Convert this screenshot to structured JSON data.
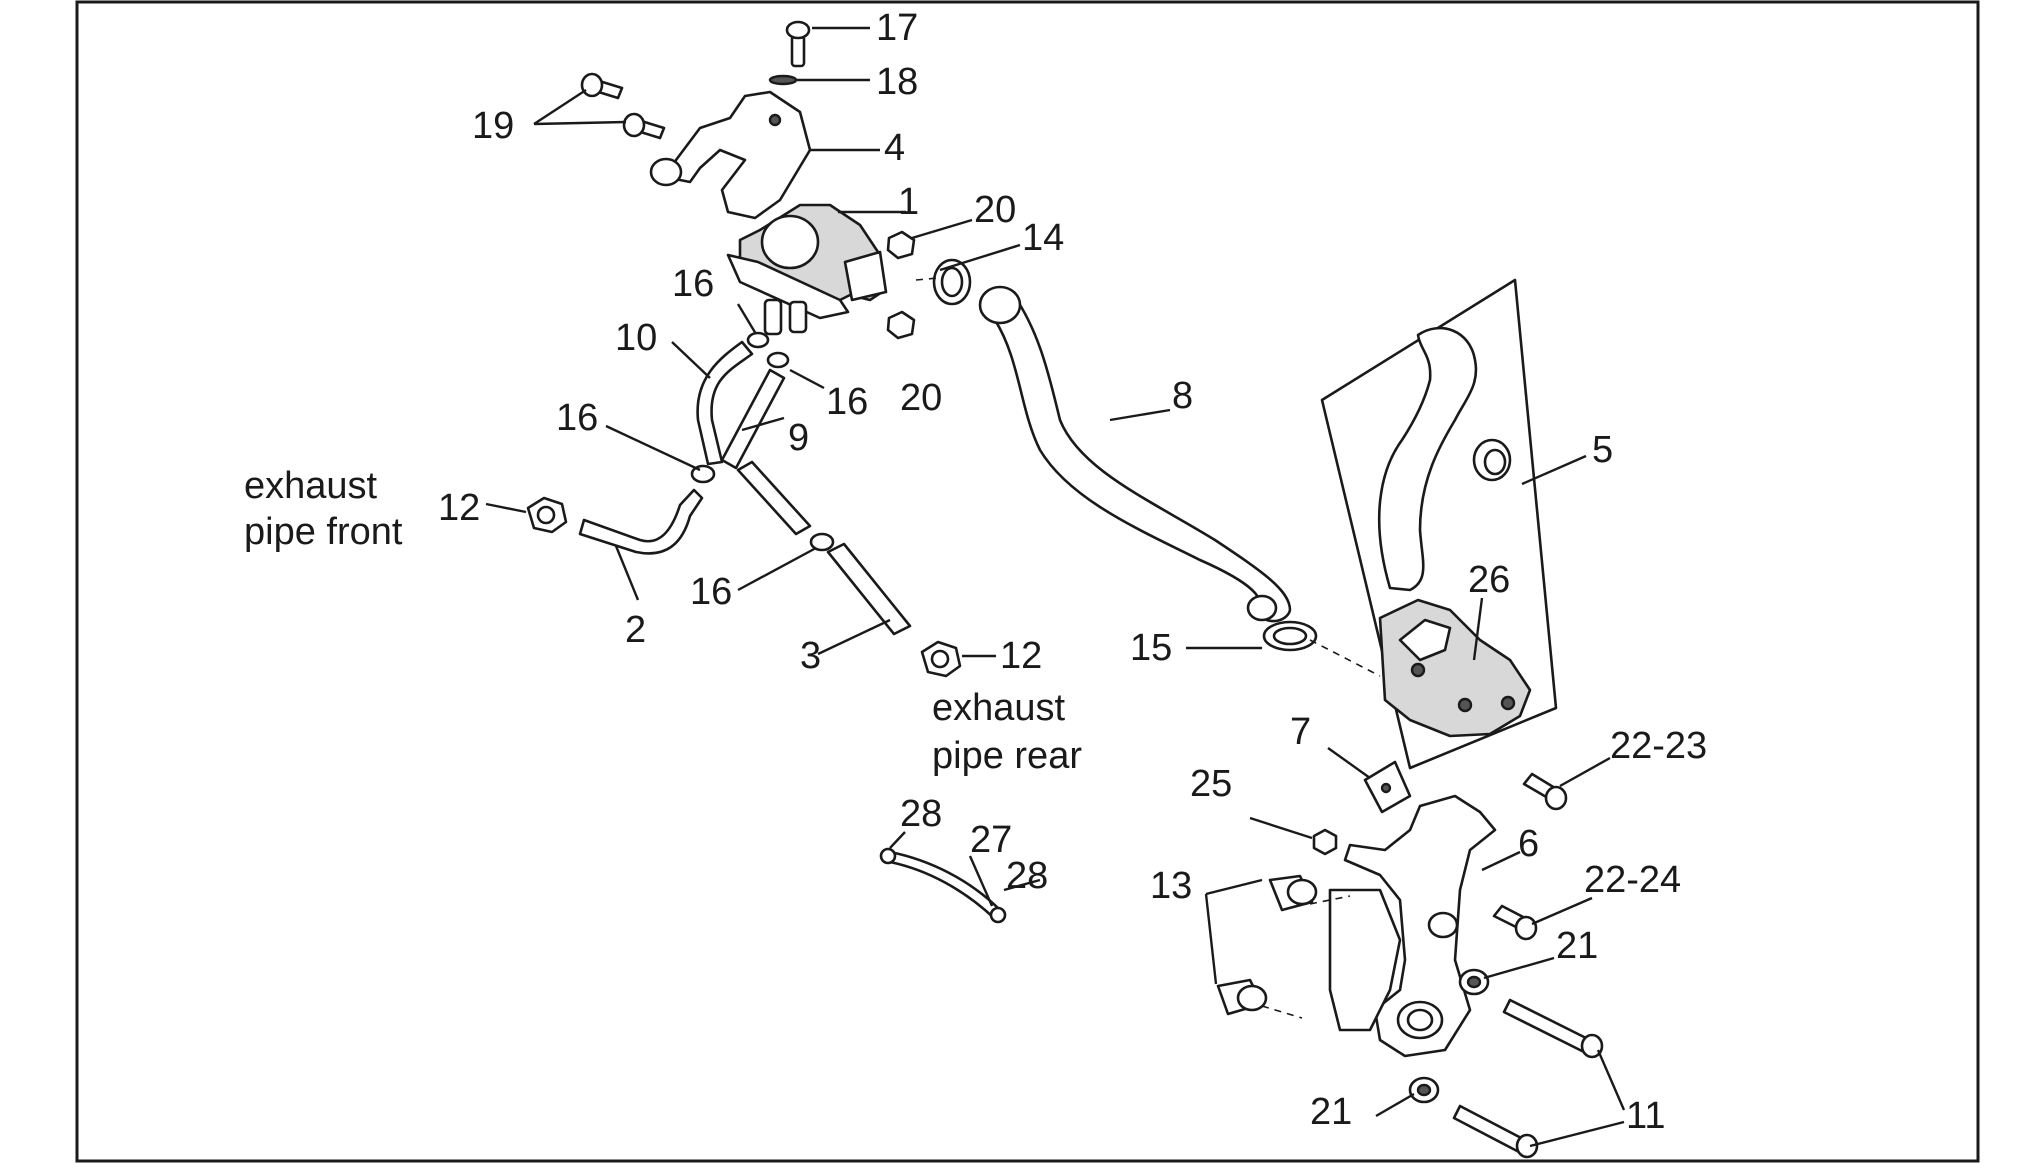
{
  "diagram": {
    "part_labels": {
      "p1": "1",
      "p2": "2",
      "p3": "3",
      "p4": "4",
      "p5": "5",
      "p6": "6",
      "p7": "7",
      "p8": "8",
      "p9": "9",
      "p10": "10",
      "p11": "11",
      "p12a": "12",
      "p12b": "12",
      "p13": "13",
      "p14": "14",
      "p15": "15",
      "p16a": "16",
      "p16b": "16",
      "p16c": "16",
      "p16d": "16",
      "p17": "17",
      "p18": "18",
      "p19": "19",
      "p20a": "20",
      "p20b": "20",
      "p21a": "21",
      "p21b": "21",
      "p22_23": "22-23",
      "p22_24": "22-24",
      "p25": "25",
      "p26": "26",
      "p27": "27",
      "p28a": "28",
      "p28b": "28"
    },
    "annotations": {
      "front_line1": "exhaust",
      "front_line2": "pipe front",
      "rear_line1": "exhaust",
      "rear_line2": "pipe rear"
    }
  }
}
